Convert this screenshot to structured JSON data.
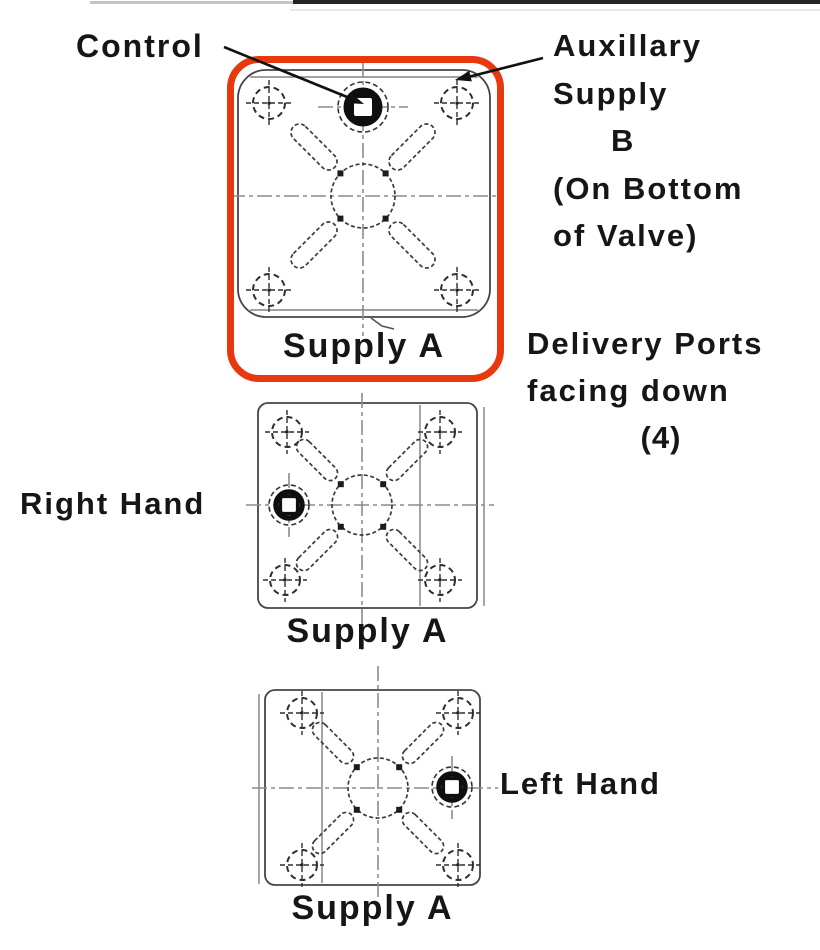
{
  "colors": {
    "highlight_red": "#e8380e",
    "ink": "#161616",
    "drawing_line": "#3f3f3f"
  },
  "labels": {
    "control": "Control",
    "auxiliary_supply": {
      "lines": [
        "Auxillary",
        "Supply",
        "B",
        "(On Bottom",
        "of Valve)"
      ]
    },
    "delivery_ports": {
      "lines": [
        "Delivery Ports",
        "facing down",
        "(4)"
      ]
    },
    "right_hand": "Right Hand",
    "left_hand": "Left Hand",
    "valves": {
      "top_supply": "Supply A",
      "middle_supply": "Supply A",
      "bottom_supply": "Supply A"
    }
  }
}
